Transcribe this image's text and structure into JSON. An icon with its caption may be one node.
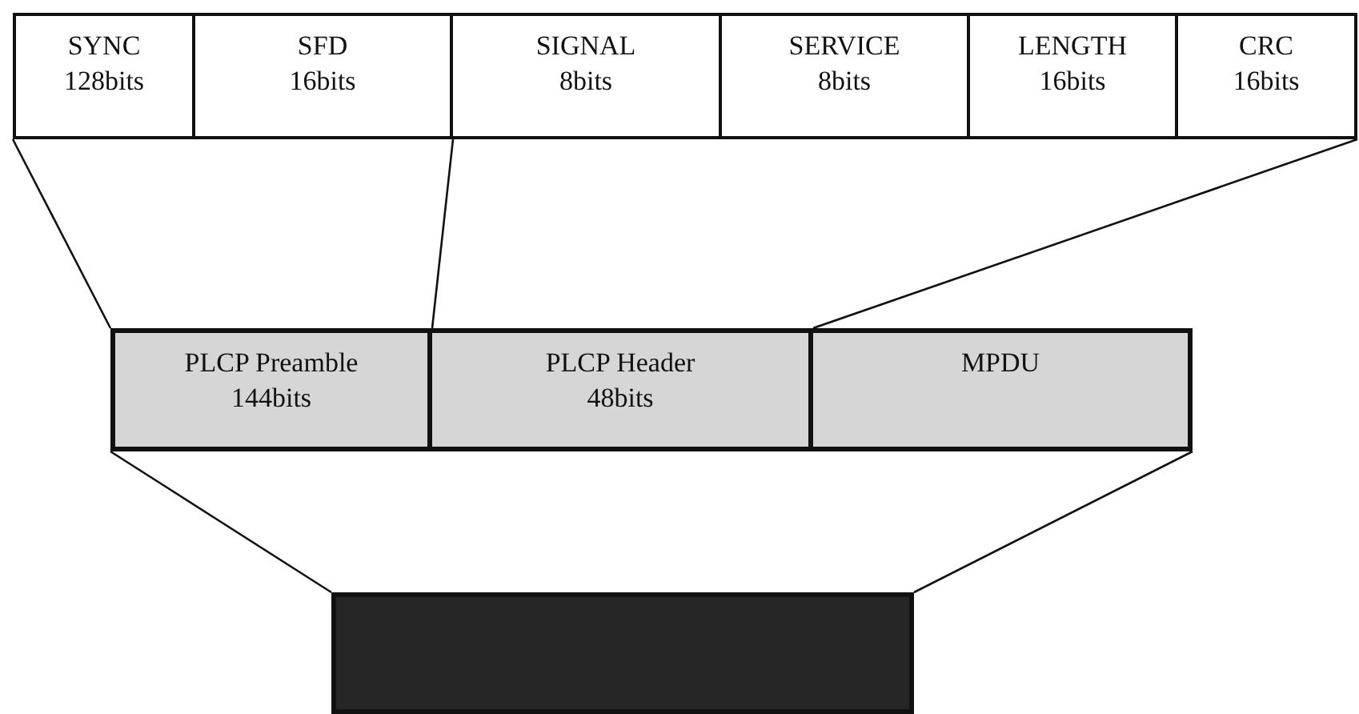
{
  "diagram": {
    "nodes": [
      {
        "text": [
          "SYNC",
          "128bits"
        ]
      },
      {
        "text": [
          "SFD",
          "16bits"
        ]
      },
      {
        "text": [
          "SIGNAL",
          "8bits"
        ]
      },
      {
        "text": [
          "SERVICE",
          "8bits"
        ]
      },
      {
        "text": [
          "LENGTH",
          "16bits"
        ]
      },
      {
        "text": [
          "CRC",
          "16bits"
        ]
      },
      {
        "text": [
          "PLCP Preamble",
          "144bits"
        ]
      },
      {
        "text": [
          "PLCP Header",
          "48bits"
        ]
      },
      {
        "text": [
          "MPDU"
        ]
      },
      {
        "text": [],
        "shape": "box"
      }
    ],
    "edges": [
      {
        "from": 0,
        "to": 6,
        "arrow": "none"
      },
      {
        "from": 1,
        "to": 6,
        "arrow": "none"
      },
      {
        "from": 5,
        "to": 7,
        "arrow": "none"
      },
      {
        "from": 6,
        "to": 9,
        "arrow": "none"
      },
      {
        "from": 8,
        "to": 9,
        "arrow": "none"
      }
    ]
  }
}
